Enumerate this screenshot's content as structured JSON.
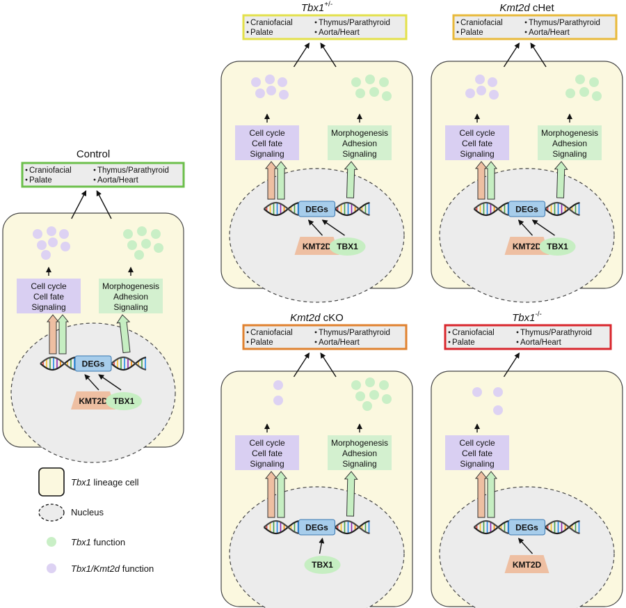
{
  "panels": [
    {
      "id": "control",
      "title_italic": "",
      "title_rest": "Control",
      "superscript": "",
      "border_color": "#6cbf4b",
      "phenotypes": {
        "col1": [
          "Craniofacial",
          "Palate"
        ],
        "col2": [
          "Thymus/Parathyroid",
          "Aorta/Heart"
        ]
      },
      "purple_label": [
        "Cell cycle",
        "Cell fate",
        "Signaling"
      ],
      "green_label": [
        "Morphogenesis",
        "Adhesion",
        "Signaling"
      ],
      "degs": "DEGs",
      "kmt2d": "KMT2D",
      "tbx1": "TBX1"
    },
    {
      "id": "tbx1-het",
      "title_italic": "Tbx1",
      "title_rest": "",
      "superscript": "+/-",
      "border_color": "#e3e04a",
      "phenotypes": {
        "col1": [
          "Craniofacial",
          "Palate"
        ],
        "col2": [
          "Thymus/Parathyroid",
          "Aorta/Heart"
        ]
      },
      "purple_label": [
        "Cell cycle",
        "Cell fate",
        "Signaling"
      ],
      "green_label": [
        "Morphogenesis",
        "Adhesion",
        "Signaling"
      ],
      "degs": "DEGs",
      "kmt2d": "KMT2D",
      "tbx1": "TBX1"
    },
    {
      "id": "kmt2d-chet",
      "title_italic": "Kmt2d",
      "title_rest": " cHet",
      "superscript": "",
      "border_color": "#e8b93a",
      "phenotypes": {
        "col1": [
          "Craniofacial",
          "Palate"
        ],
        "col2": [
          "Thymus/Parathyroid",
          "Aorta/Heart"
        ]
      },
      "purple_label": [
        "Cell cycle",
        "Cell fate",
        "Signaling"
      ],
      "green_label": [
        "Morphogenesis",
        "Adhesion",
        "Signaling"
      ],
      "degs": "DEGs",
      "kmt2d": "KMT2D",
      "tbx1": "TBX1"
    },
    {
      "id": "kmt2d-cko",
      "title_italic": "Kmt2d",
      "title_rest": " cKO",
      "superscript": "",
      "border_color": "#e0822f",
      "phenotypes": {
        "col1": [
          "Craniofacial",
          "Palate"
        ],
        "col2": [
          "Thymus/Parathyroid",
          "Aorta/Heart"
        ]
      },
      "purple_label": [
        "Cell cycle",
        "Cell fate",
        "Signaling"
      ],
      "green_label": [
        "Morphogenesis",
        "Adhesion",
        "Signaling"
      ],
      "degs": "DEGs",
      "kmt2d": "",
      "tbx1": "TBX1"
    },
    {
      "id": "tbx1-null",
      "title_italic": "Tbx1",
      "title_rest": "",
      "superscript": "-/-",
      "border_color": "#d9262c",
      "phenotypes": {
        "col1": [
          "Craniofacial",
          "Palate"
        ],
        "col2": [
          "Thymus/Parathyroid",
          "Aorta/Heart"
        ]
      },
      "purple_label": [
        "Cell cycle",
        "Cell fate",
        "Signaling"
      ],
      "green_label": [],
      "degs": "DEGs",
      "kmt2d": "KMT2D",
      "tbx1": ""
    }
  ],
  "legend": {
    "cell_italic": "Tbx1",
    "cell_rest": " lineage cell",
    "nucleus": "Nucleus",
    "tbx1_function_italic": "Tbx1",
    "tbx1_function_rest": " function",
    "dual_function_italic": "Tbx1/Kmt2d",
    "dual_function_rest": " function"
  },
  "colors": {
    "cell_fill": "#fbf8df",
    "nucleus_fill": "#ececec",
    "purple": "#d9cff2",
    "purple_dot": "#ddd2f3",
    "green": "#d3f0cf",
    "green_dot": "#c9efc6",
    "degs": "#a7cdeb",
    "kmt2d": "#eebfa2",
    "tbx1": "#c6eec2",
    "phenotype_fill": "#ececec"
  }
}
